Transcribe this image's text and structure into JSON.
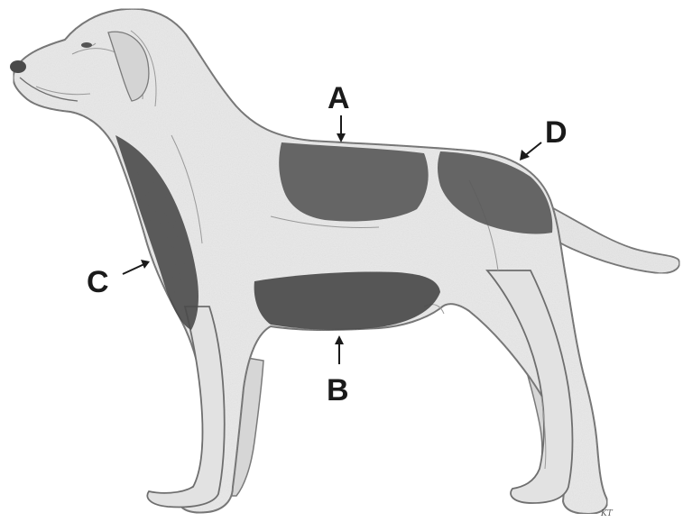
{
  "figure": {
    "subject": "dog-side-view",
    "colors": {
      "body": "#e8e8e8",
      "outline": "#6e6e6e",
      "shading": "#bdbdbd",
      "patch": "#5a5a5a",
      "label": "#1a1a1a"
    },
    "labels": [
      {
        "id": "A",
        "text": "A",
        "region": "back"
      },
      {
        "id": "B",
        "text": "B",
        "region": "belly"
      },
      {
        "id": "C",
        "text": "C",
        "region": "chest"
      },
      {
        "id": "D",
        "text": "D",
        "region": "rump"
      }
    ],
    "signature": "KT"
  }
}
